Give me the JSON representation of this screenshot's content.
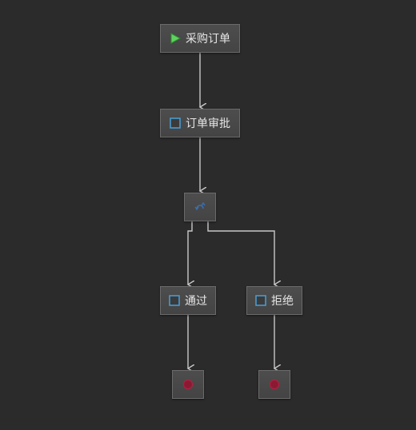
{
  "colors": {
    "background": "#2b2b2b",
    "edge": "#c8c8c8",
    "start_icon": "#5fd35f",
    "task_icon": "#4a9fd8",
    "gateway_icon": "#3a6fb0",
    "end_icon": "#b02040"
  },
  "nodes": {
    "start": {
      "label": "采购订单",
      "icon": "play-icon"
    },
    "review": {
      "label": "订单审批",
      "icon": "task-icon"
    },
    "gateway": {
      "label": "",
      "icon": "gateway-icon"
    },
    "approve": {
      "label": "通过",
      "icon": "task-icon"
    },
    "reject": {
      "label": "拒绝",
      "icon": "task-icon"
    },
    "end_approve": {
      "label": "",
      "icon": "end-icon"
    },
    "end_reject": {
      "label": "",
      "icon": "end-icon"
    }
  }
}
